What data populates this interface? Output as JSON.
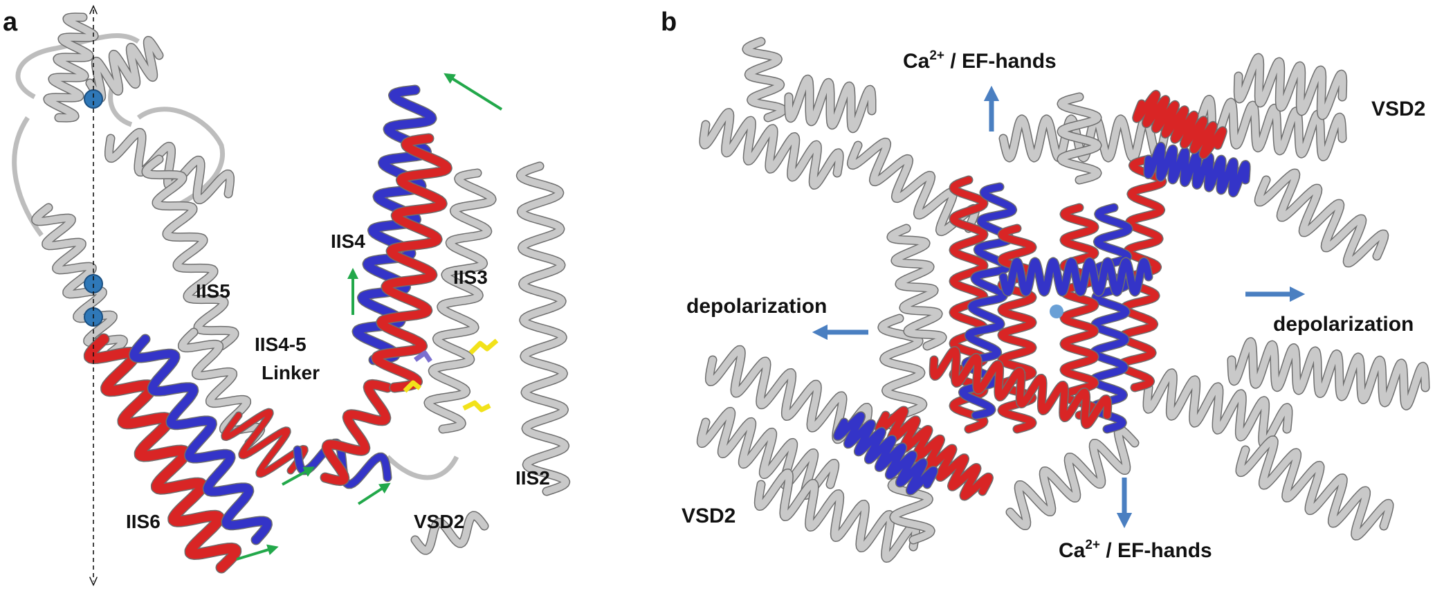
{
  "panel_a": {
    "letter": "a",
    "labels": {
      "iis5": "IIS5",
      "iis4": "IIS4",
      "iis3": "IIS3",
      "linker_l1": "IIS4-5",
      "linker_l2": "Linker",
      "iis6": "IIS6",
      "iis2": "IIS2",
      "vsd2": "VSD2"
    }
  },
  "panel_b": {
    "letter": "b",
    "labels": {
      "ca_top_base": "Ca",
      "ca_top_sup": "2+",
      "ca_top_rest": " / EF-hands",
      "vsd2_tr": "VSD2",
      "depol_left": "depolarization",
      "depol_right": "depolarization",
      "vsd2_bl": "VSD2",
      "ca_bot_base": "Ca",
      "ca_bot_sup": "2+",
      "ca_bot_rest": " / EF-hands"
    }
  },
  "colors": {
    "helix_gray": "#c9c9c9",
    "helix_dark": "#6e6e6e",
    "red": "#d92525",
    "blue": "#3434c8",
    "green_arrow": "#22a84a",
    "blue_arrow": "#4a7fc1",
    "ion": "#2f78b8",
    "side_chain": "#f2e21a"
  },
  "icons": [
    "dashed-axis-arrow",
    "green-movement-arrow",
    "blue-movement-arrow",
    "ion-sphere"
  ]
}
